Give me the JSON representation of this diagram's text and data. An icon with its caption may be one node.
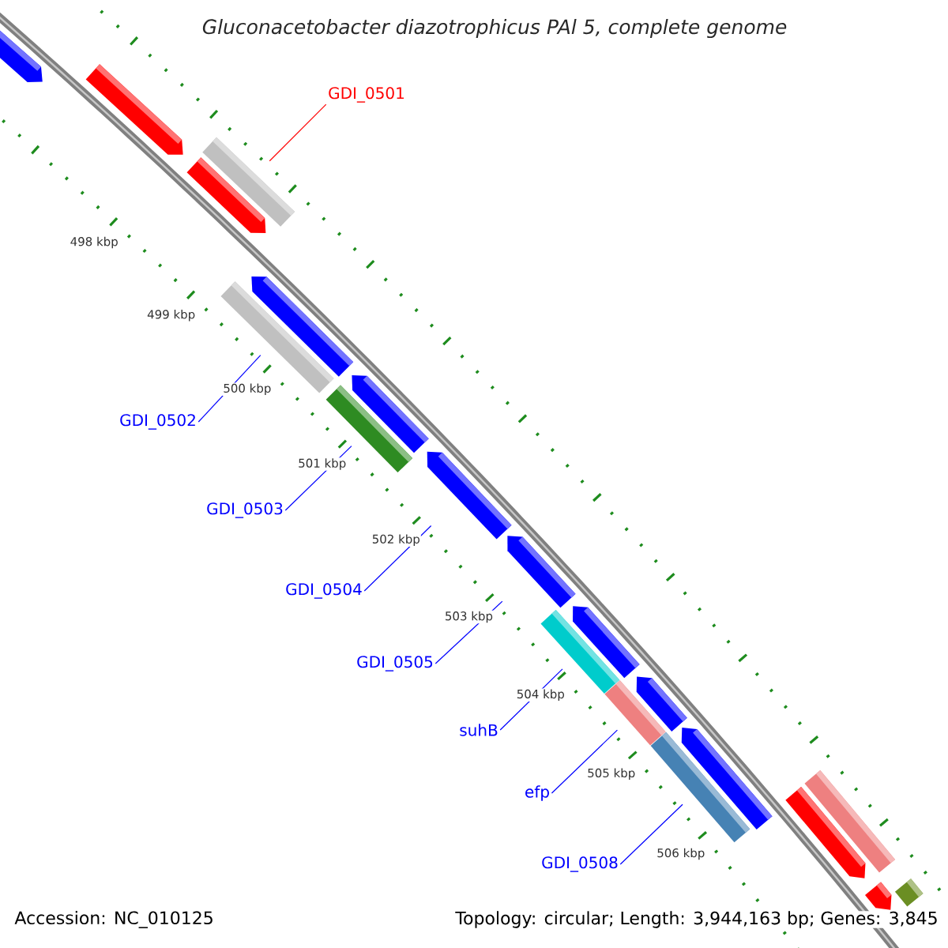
{
  "diagram": {
    "title": "Gluconacetobacter diazotrophicus PAl 5, complete genome",
    "nodes": [
      {
        "text": [
          "GDI_0501"
        ]
      },
      {
        "text": [
          "GDI_0502"
        ]
      },
      {
        "text": [
          "GDI_0503"
        ]
      },
      {
        "text": [
          "GDI_0504"
        ]
      },
      {
        "text": [
          "GDI_0505"
        ]
      },
      {
        "text": [
          "suhB"
        ]
      },
      {
        "text": [
          "efp"
        ]
      },
      {
        "text": [
          "GDI_0508"
        ]
      },
      {
        "text": [],
        "shape": "arrow"
      },
      {
        "text": [],
        "shape": "arrow"
      },
      {
        "text": [],
        "shape": "arrow"
      },
      {
        "text": [],
        "shape": "bar"
      },
      {
        "text": [],
        "shape": "bar"
      },
      {
        "text": [],
        "shape": "arrow"
      },
      {
        "text": [],
        "shape": "bar"
      },
      {
        "text": [],
        "shape": "arrow"
      },
      {
        "text": [],
        "shape": "arrow"
      },
      {
        "text": [],
        "shape": "arrow"
      },
      {
        "text": [],
        "shape": "bar"
      },
      {
        "text": [],
        "shape": "arrow"
      },
      {
        "text": [],
        "shape": "bar"
      },
      {
        "text": [],
        "shape": "arrow"
      },
      {
        "text": [],
        "shape": "bar"
      },
      {
        "text": [],
        "shape": "arrow"
      },
      {
        "text": [],
        "shape": "arrow"
      },
      {
        "text": [],
        "shape": "bar"
      },
      {
        "text": [],
        "shape": "arrow"
      },
      {
        "text": [],
        "shape": "bar"
      }
    ],
    "edges": [
      {
        "from": 0,
        "to": 11,
        "arrow": "none",
        "color": "#ff0000"
      },
      {
        "from": 1,
        "to": 12,
        "arrow": "none"
      },
      {
        "from": 2,
        "to": 14,
        "arrow": "none"
      },
      {
        "from": 3,
        "to": 16,
        "arrow": "none"
      },
      {
        "from": 4,
        "to": 17,
        "arrow": "none"
      },
      {
        "from": 5,
        "to": 18,
        "arrow": "none"
      },
      {
        "from": 6,
        "to": 20,
        "arrow": "none"
      },
      {
        "from": 7,
        "to": 22,
        "arrow": "none"
      }
    ],
    "labels": [
      "498 kbp",
      "499 kbp",
      "500 kbp",
      "501 kbp",
      "502 kbp",
      "503 kbp",
      "504 kbp",
      "505 kbp",
      "506 kbp",
      "Accession: NC_010125",
      "Topology: circular; Length: 3,944,163 bp; Genes: 3,845"
    ]
  }
}
